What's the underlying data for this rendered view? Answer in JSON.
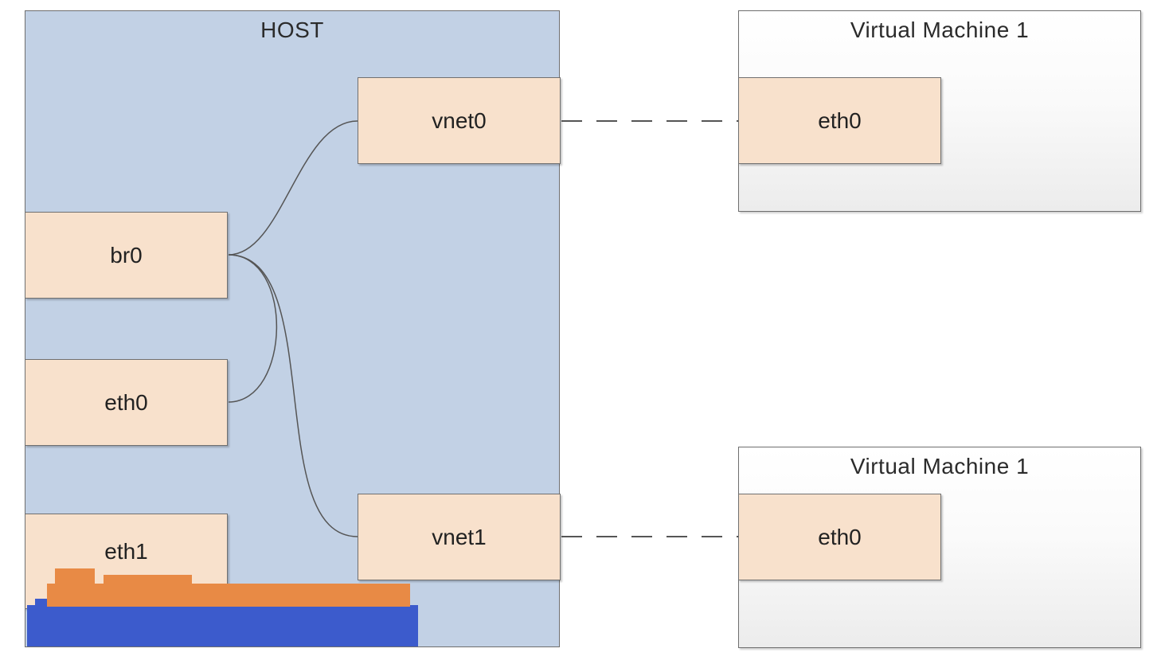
{
  "host": {
    "title": "HOST",
    "interfaces": {
      "br0": "br0",
      "eth0": "eth0",
      "eth1": "eth1",
      "vnet0": "vnet0",
      "vnet1": "vnet1"
    }
  },
  "vms": [
    {
      "title": "Virtual Machine 1",
      "interface": "eth0"
    },
    {
      "title": "Virtual Machine 1",
      "interface": "eth0"
    }
  ],
  "colors": {
    "host_bg": "#c2d1e5",
    "interface_bg": "#f8e1cc",
    "redaction_orange": "#e88a45",
    "redaction_blue": "#3c5bcc"
  }
}
